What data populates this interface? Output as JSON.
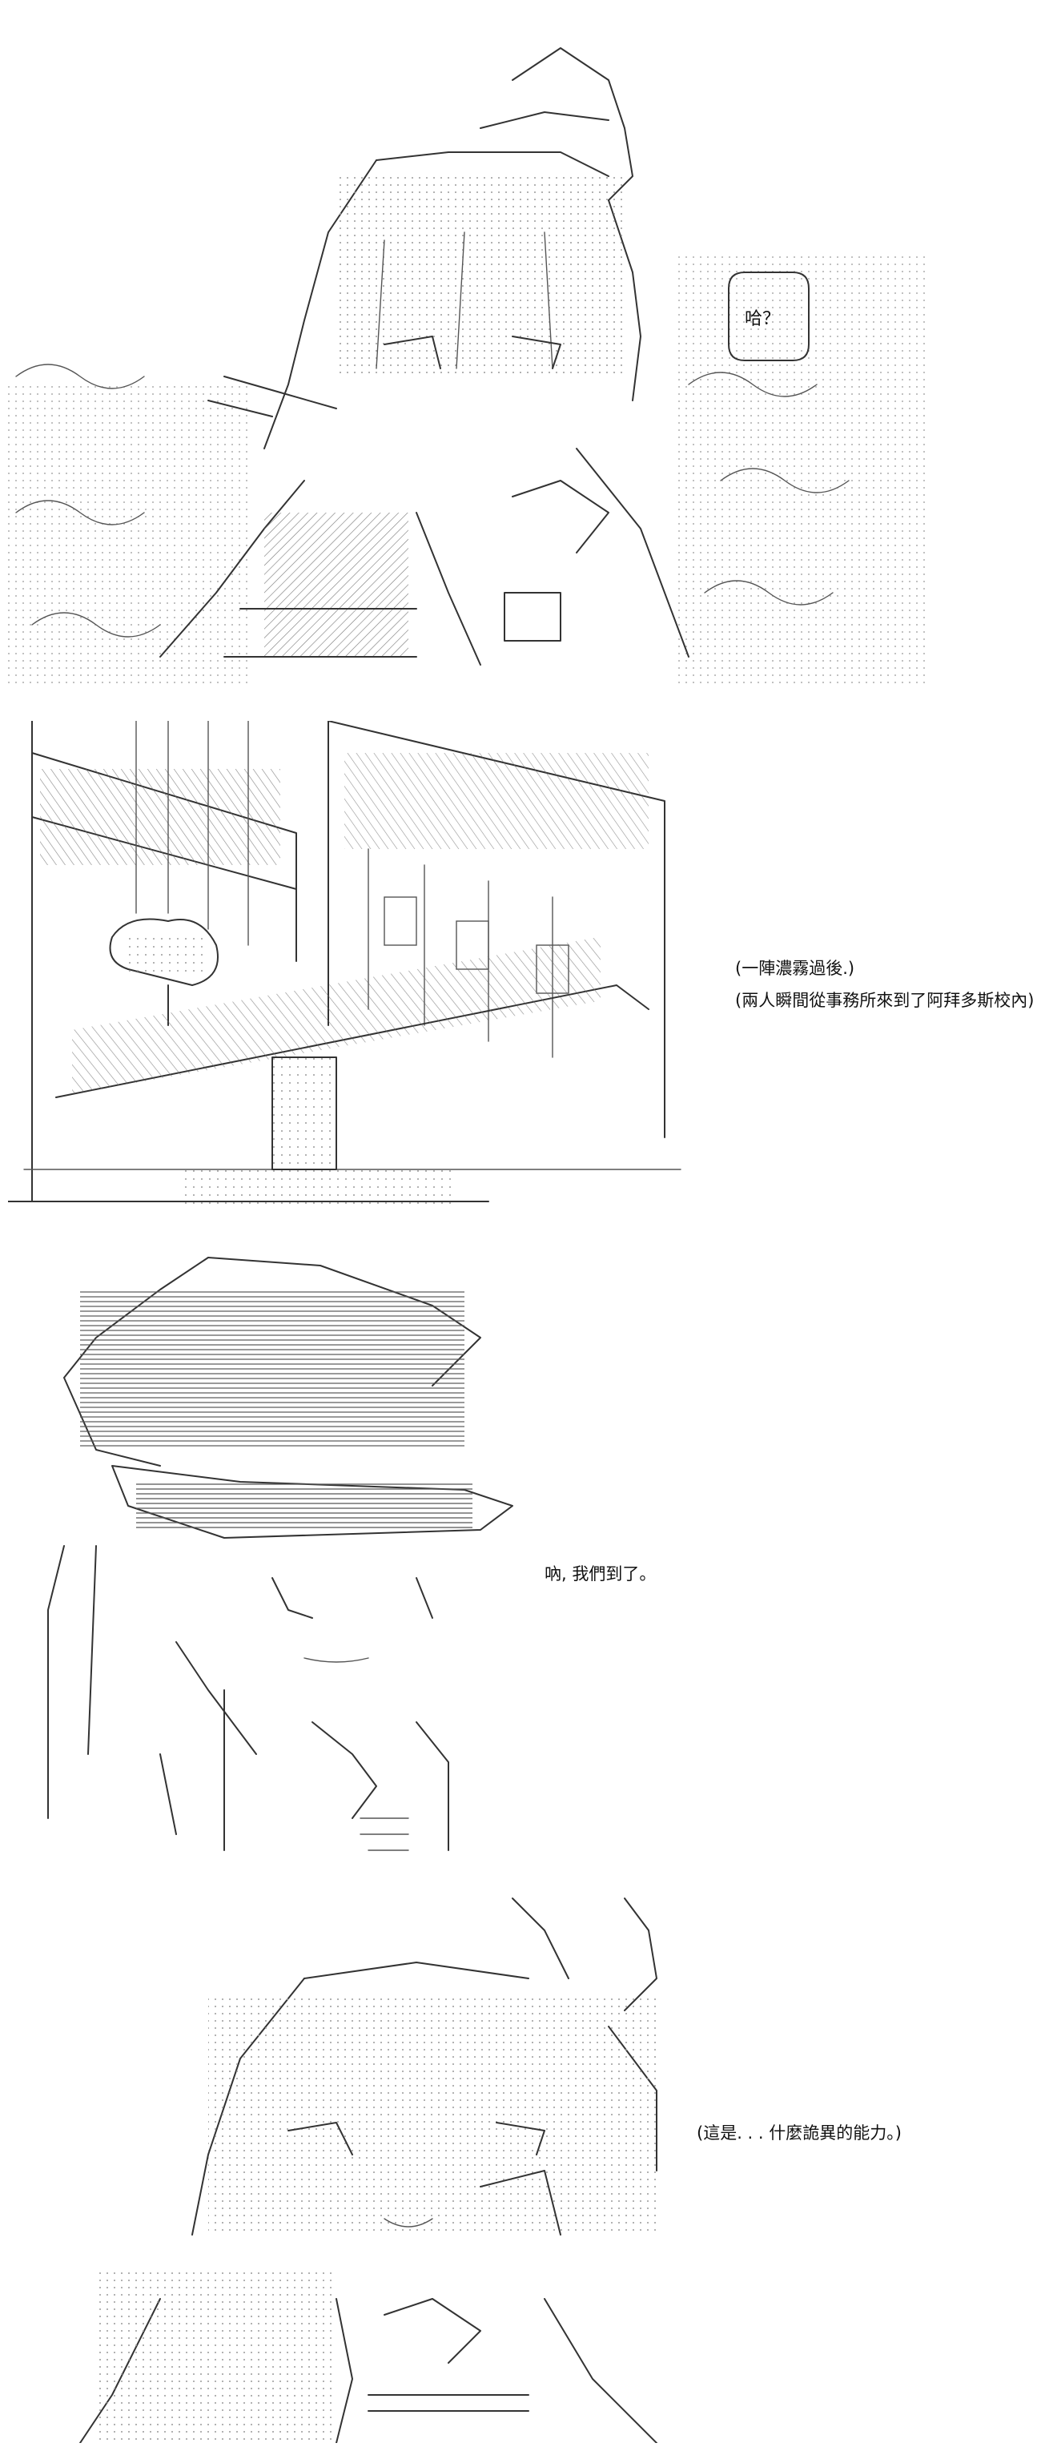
{
  "panels": [
    {
      "id": "panel-1",
      "texts": {
        "bubble": "哈？"
      }
    },
    {
      "id": "panel-2",
      "captions": [
        "(一陣濃霧過後.)",
        "(兩人瞬間從事務所來到了阿拜多斯校內)"
      ]
    },
    {
      "id": "panel-3",
      "captions": [
        "吶, 我們到了。"
      ]
    },
    {
      "id": "panel-4",
      "captions": [
        "(這是. . . 什麼詭異的能力。)"
      ]
    }
  ]
}
